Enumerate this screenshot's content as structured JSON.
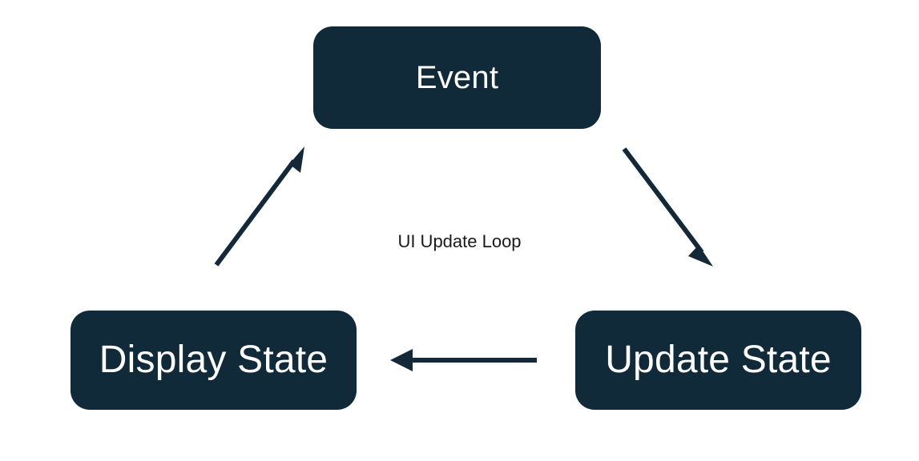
{
  "diagram": {
    "title": "UI Update Loop",
    "type": "cycle-flowchart",
    "background_color": "#ffffff",
    "node_fill_color": "#102a3a",
    "node_text_color": "#ffffff",
    "arrow_color": "#13293a",
    "caption_color": "#1a1a1a",
    "caption": "UI Update Loop",
    "nodes": [
      {
        "id": "event",
        "label": "Event",
        "position": "top-center"
      },
      {
        "id": "update-state",
        "label": "Update State",
        "position": "bottom-right"
      },
      {
        "id": "display-state",
        "label": "Display State",
        "position": "bottom-left"
      }
    ],
    "edges": [
      {
        "id": "event-to-update-state",
        "from": "Event",
        "to": "Update State",
        "label": "",
        "direction": "down-right"
      },
      {
        "id": "update-state-to-display-state",
        "from": "Update State",
        "to": "Display State",
        "label": "",
        "direction": "left"
      },
      {
        "id": "display-state-to-event",
        "from": "Display State",
        "to": "Event",
        "label": "",
        "direction": "up-right"
      }
    ]
  }
}
